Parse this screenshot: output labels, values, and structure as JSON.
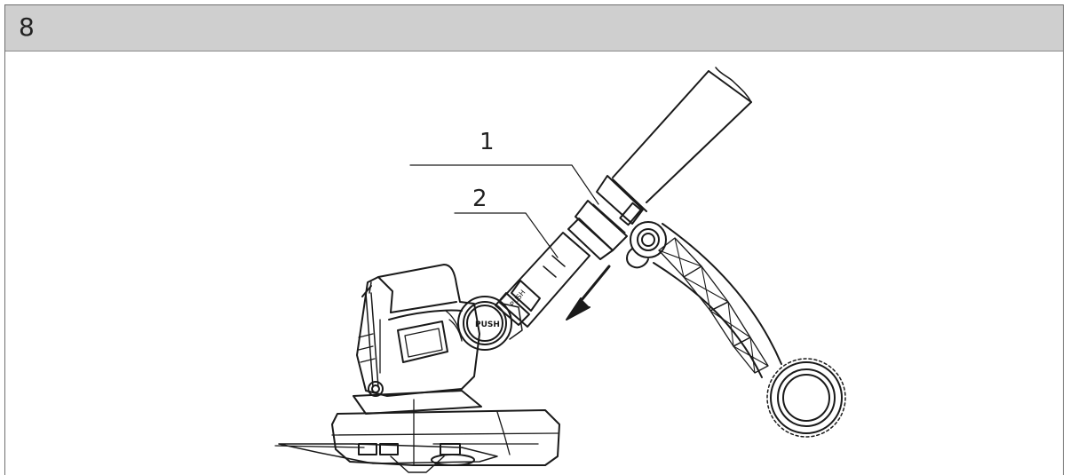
{
  "header": {
    "step_number": "8"
  },
  "callouts": {
    "one": "1",
    "two": "2"
  },
  "device": {
    "button_text": "PUSH"
  },
  "colors": {
    "header_bg": "#cfcfcf",
    "line": "#1a1a1a",
    "frame": "#6e6e6e"
  }
}
